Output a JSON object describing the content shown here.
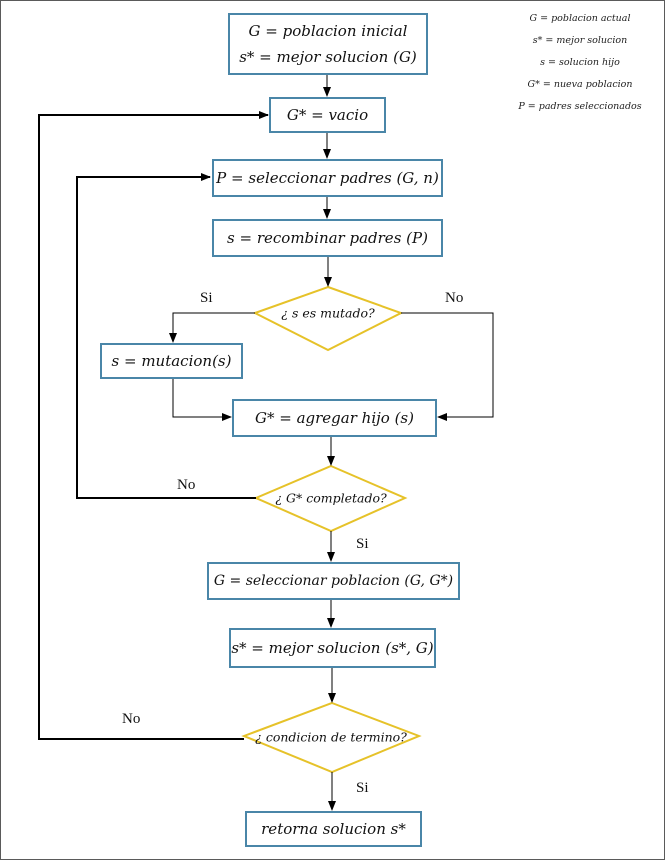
{
  "legend": [
    "G = poblacion actual",
    "s* = mejor solucion",
    "s = solucion hijo",
    "G* = nueva poblacion",
    "P = padres seleccionados"
  ],
  "boxes": {
    "init_line1": "G = poblacion inicial",
    "init_line2": "s* = mejor solucion (G)",
    "empty": "G* = vacio",
    "select_parents": "P = seleccionar padres (G, n)",
    "recombine": "s = recombinar padres (P)",
    "mutation": "s = mutacion(s)",
    "add_child": "G* = agregar hijo (s)",
    "select_population": "G = seleccionar poblacion (G, G*)",
    "best_solution": "s* = mejor solucion (s*, G)",
    "return": "retorna solucion s*"
  },
  "decisions": {
    "mutated": "¿ s es mutado?",
    "completed": "¿ G* completado?",
    "termination": "¿ condicion de termino?"
  },
  "labels": {
    "mutated_yes": "Si",
    "mutated_no": "No",
    "completed_no": "No",
    "completed_yes": "Si",
    "termination_no": "No",
    "termination_yes": "Si"
  },
  "colors": {
    "box_border": "#4a86a8",
    "decision_border": "#e6c229",
    "arrow": "#000000"
  }
}
